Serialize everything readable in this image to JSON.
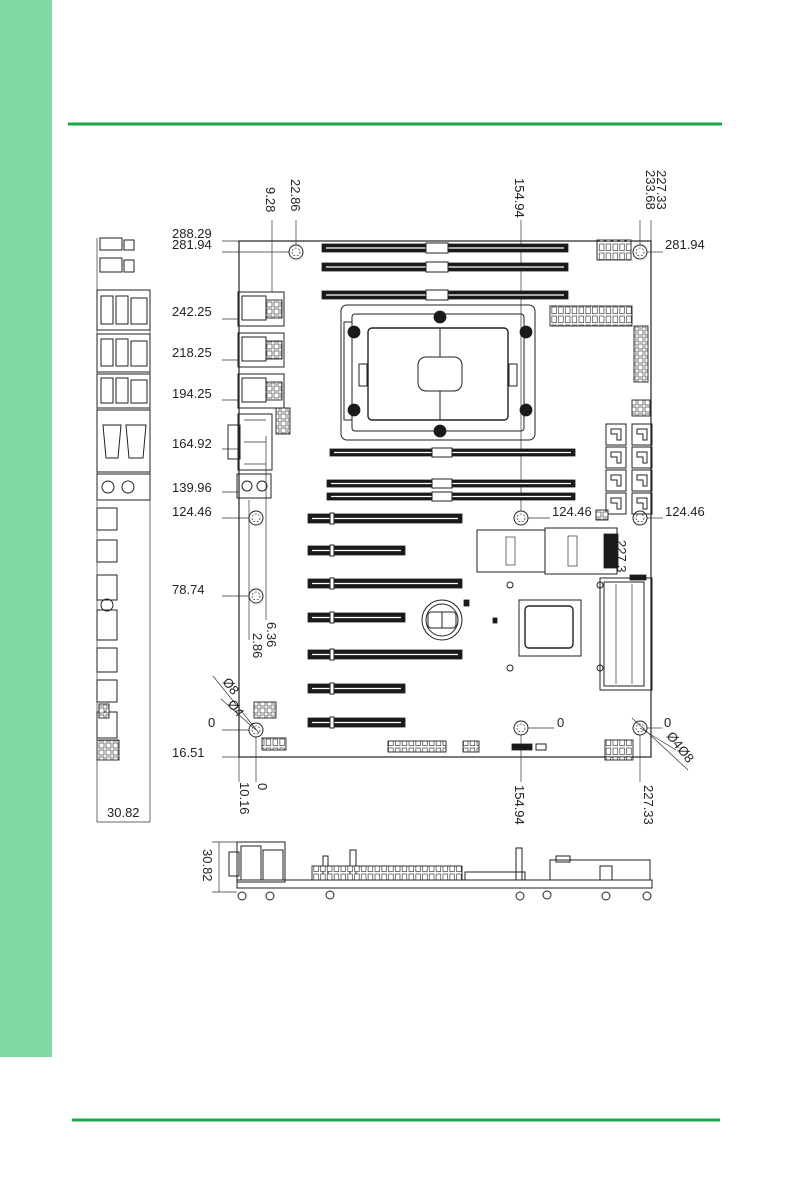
{
  "colors": {
    "sidebar": "#80d8a4",
    "accent": "#1aa84c",
    "ink": "#222222"
  },
  "dims": {
    "top": [
      "22.86",
      "9.28",
      "154.94",
      "233.68",
      "227.33"
    ],
    "left": [
      "288.29",
      "281.94",
      "242.25",
      "218.25",
      "194.25",
      "164.92",
      "139.96",
      "124.46",
      "78.74",
      "0",
      "16.51"
    ],
    "right": [
      "281.94",
      "124.46",
      "124.46",
      "0",
      "0",
      "227.3"
    ],
    "bottom": [
      "10.16",
      "0",
      "6.36",
      "2.86",
      "154.94",
      "227.33"
    ],
    "panel_depth": [
      "30.82",
      "30.82"
    ]
  },
  "holes": {
    "bottom_left": {
      "outer": "Ø8",
      "inner": "Ø4"
    },
    "bottom_right": {
      "outer": "Ø8",
      "inner": "Ø4"
    }
  }
}
